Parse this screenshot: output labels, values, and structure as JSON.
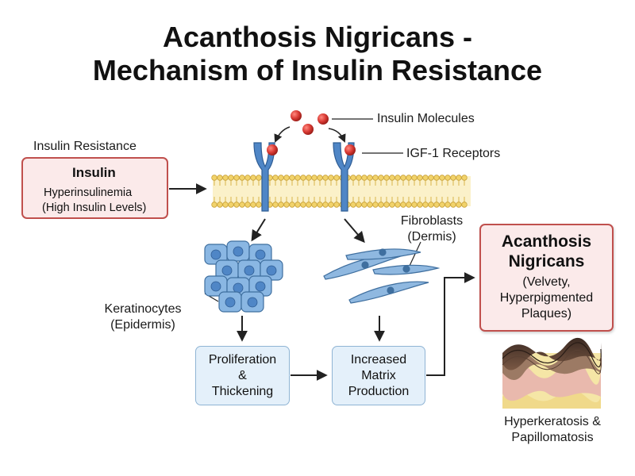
{
  "title": {
    "line1": "Acanthosis Nigricans -",
    "line2": "Mechanism of Insulin Resistance"
  },
  "insulin_resistance": {
    "heading": "Insulin Resistance",
    "box_title": "Insulin",
    "line1": "Hyperinsulinemia",
    "line2": "(High Insulin Levels)"
  },
  "labels": {
    "insulin_molecules": "Insulin Molecules",
    "igf1_receptors": "IGF-1 Receptors",
    "fibroblasts_line1": "Fibroblasts",
    "fibroblasts_line2": "(Dermis)",
    "keratinocytes_line1": "Keratinocytes",
    "keratinocytes_line2": "(Epidermis)"
  },
  "process_boxes": {
    "proliferation": [
      "Proliferation",
      "&",
      "Thickening"
    ],
    "matrix": [
      "Increased",
      "Matrix",
      "Production"
    ]
  },
  "outcome": {
    "title_line1": "Acanthosis",
    "title_line2": "Nigricans",
    "desc_line1": "(Velvety,",
    "desc_line2": "Hyperpigmented",
    "desc_line3": "Plaques)"
  },
  "histology": {
    "caption_line1": "Hyperkeratosis &",
    "caption_line2": "Papillomatosis"
  },
  "colors": {
    "insulin_red": "#d93a34",
    "receptor_blue": "#4f86c6",
    "membrane_yellow": "#f2d36b",
    "cell_blue": "#6fa3d8",
    "box_red_border": "#c0504d",
    "box_blue_fill": "#e4f0fa"
  }
}
